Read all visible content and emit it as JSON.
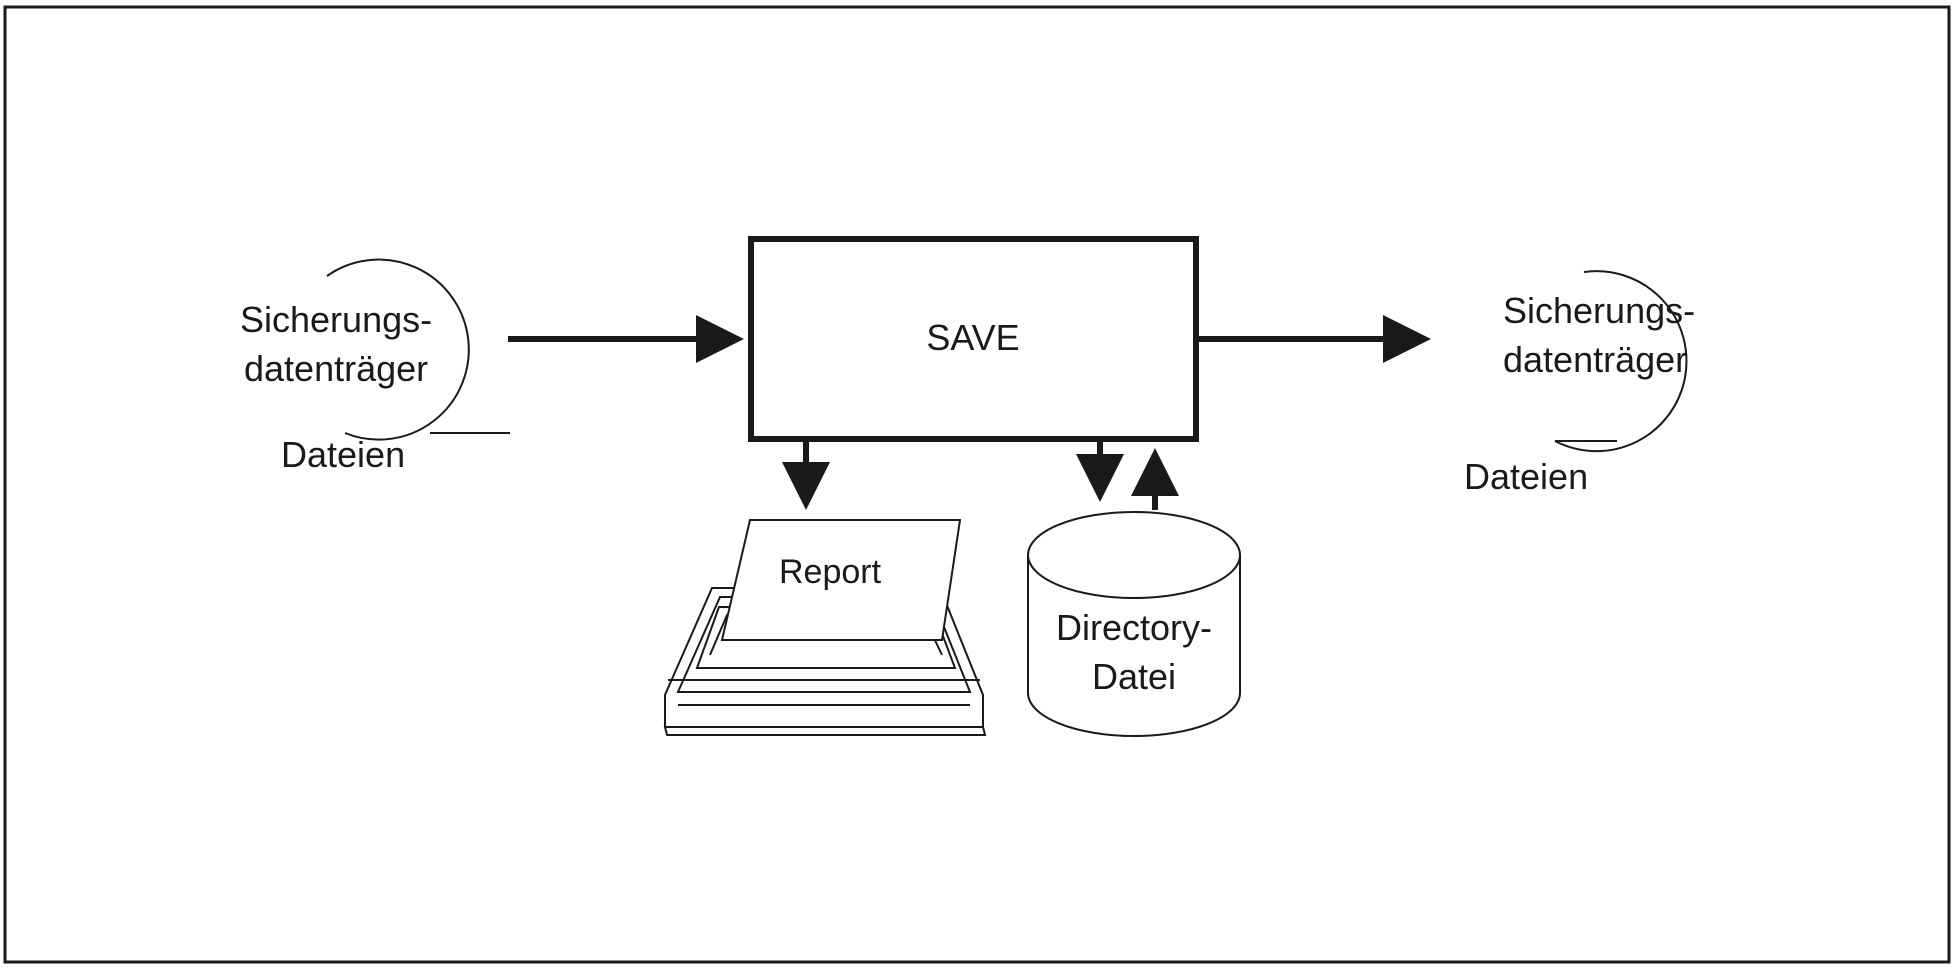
{
  "process": {
    "label": "SAVE"
  },
  "input_volume": {
    "line1": "Sicherungs-",
    "line2": "datenträger",
    "caption": "Dateien"
  },
  "output_volume": {
    "line1": "Sicherungs-",
    "line2": "datenträger",
    "caption": "Dateien"
  },
  "printer": {
    "label": "Report"
  },
  "directory_file": {
    "line1": "Directory-",
    "line2": "Datei"
  },
  "colors": {
    "ink": "#1a1a1a",
    "background": "#ffffff"
  }
}
